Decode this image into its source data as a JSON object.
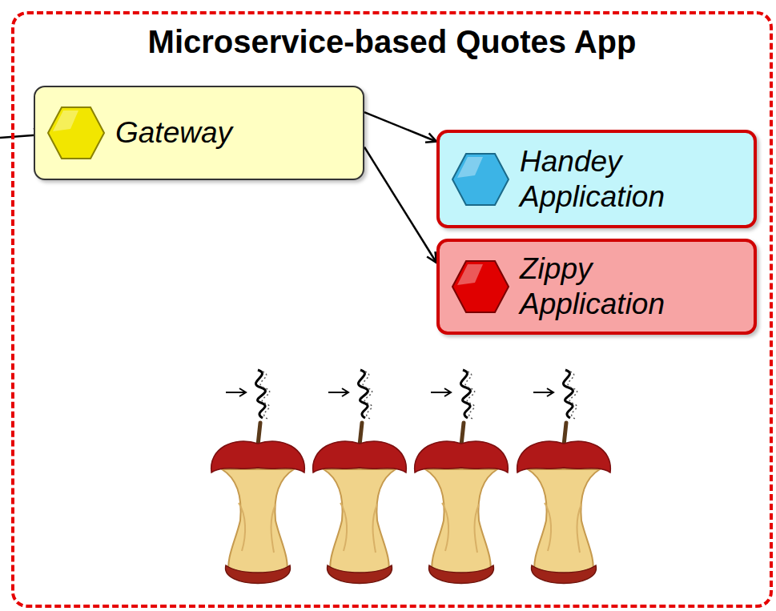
{
  "diagram": {
    "nodes": [
      {
        "text": [
          "Microservice-based Quotes App"
        ]
      },
      {
        "text": [
          "Gateway"
        ],
        "in": 0
      },
      {
        "text": [
          "Handey Application"
        ],
        "in": 0
      },
      {
        "text": [
          "Zippy Application"
        ],
        "in": 0
      }
    ],
    "edges": [
      {
        "from": 1,
        "to": 2,
        "arrow": "to"
      },
      {
        "from": 1,
        "to": 3,
        "arrow": "to"
      }
    ]
  }
}
